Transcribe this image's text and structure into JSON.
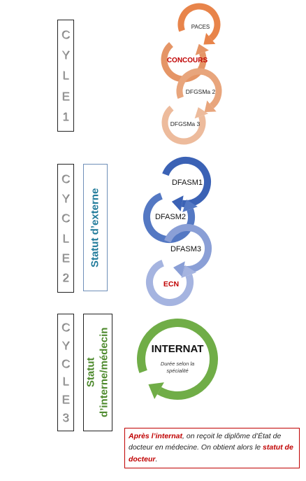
{
  "cycles": [
    {
      "letters": [
        "C",
        "Y",
        "L",
        "E",
        "1"
      ]
    },
    {
      "letters": [
        "C",
        "Y",
        "C",
        "L",
        "E",
        "2"
      ]
    },
    {
      "letters": [
        "C",
        "Y",
        "C",
        "L",
        "E",
        "3"
      ]
    }
  ],
  "statuts": {
    "externe": "Statut d’externe",
    "interne_line1": "Statut",
    "interne_line2": "d’interne/médecin"
  },
  "steps_cycle1": [
    "PACES",
    "CONCOURS",
    "DFGSMa 2",
    "DFGSMa 3"
  ],
  "steps_cycle2": [
    "DFASM1",
    "DFASM2",
    "DFASM3",
    "ECN"
  ],
  "internat": {
    "title": "INTERNAT",
    "subtitle_line1": "Durée selon la",
    "subtitle_line2": "spécialité"
  },
  "note": {
    "part1": "Après l’internat",
    "part2": ", on reçoit le diplôme d’État de docteur en médecine. On obtient alors le ",
    "part3": "statut de docteur",
    "part4": "."
  },
  "colors": {
    "orange1": "#e8844a",
    "orange2": "#e59566",
    "orange3": "#e8a57c",
    "orange4": "#edbb9c",
    "blue1": "#3b62b5",
    "blue2": "#5478c3",
    "blue3": "#8a9fd6",
    "blue4": "#a5b4e0",
    "green": "#70ad47",
    "red": "#c00000",
    "teal": "#1f7a9a"
  }
}
